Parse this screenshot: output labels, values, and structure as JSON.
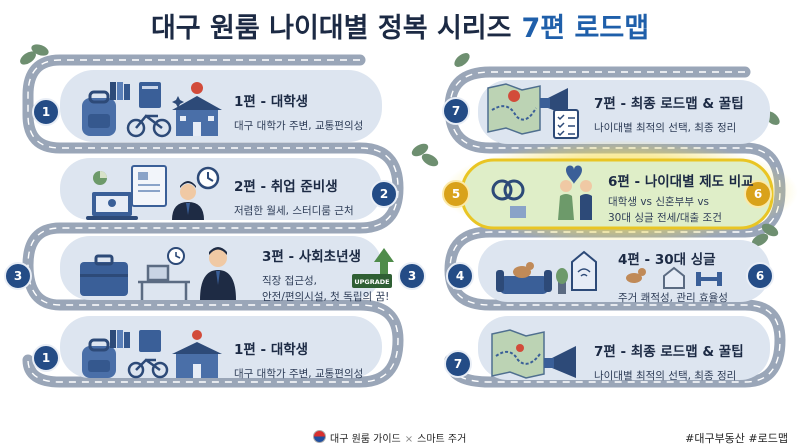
{
  "header": {
    "title": "대구 원룸 나이대별 정복 시리즈",
    "highlight": "7편 로드맵"
  },
  "left_cards": [
    {
      "num": "1",
      "title": "1편 - 대학생",
      "sub1": "대구 대학가 주변, 교통편의성",
      "sub2": ""
    },
    {
      "num": "2",
      "title": "2편 - 취업 준비생",
      "sub1": "저렴한 월세, 스터디룸 근처",
      "sub2": ""
    },
    {
      "num": "3",
      "title": "3편 - 사회초년생",
      "sub1": "직장 접근성,",
      "sub2": "안전/편의시설, 첫 독립의 꿈!"
    },
    {
      "num": "1",
      "title": "1편 - 대학생",
      "sub1": "대구 대학가 주변, 교통편의성",
      "sub2": ""
    }
  ],
  "right_cards": [
    {
      "num": "7",
      "title": "7편 - 최종 로드맵 & 꿀팁",
      "sub1": "나이대별 최적의 선택, 최종 정리",
      "sub2": ""
    },
    {
      "num": "6",
      "title": "6편 - 나이대별 제도 비교",
      "sub1": "대학생 vs 신혼부부 vs",
      "sub2": "30대 싱글 전세/대출 조건"
    },
    {
      "num": "6",
      "title": "4편 - 30대 싱글",
      "sub1": "주거 쾌적성, 관리 효율성",
      "sub2": ""
    },
    {
      "num": "7",
      "title": "7편 - 최종 로드맵 & 꿀팁",
      "sub1": "나이대별 최적의 선택, 최종 정리",
      "sub2": ""
    }
  ],
  "extra_badges": {
    "left_card2_num": "2",
    "left_card3_right_num": "3",
    "right_card2_left_num": "5",
    "right_card3_left_num": "4"
  },
  "icons": {
    "upgrade_sign": "UPGRADE"
  },
  "footer": {
    "left": "대구 원룸 가이드",
    "sep": "×",
    "left2": "스마트 주거",
    "right": "#대구부동산 #로드맵"
  },
  "colors": {
    "navy": "#1c2a44",
    "accent": "#1f5faa",
    "card_bg": "#dde5f0",
    "track": "#9aa6b8",
    "highlight_glow": "#f3d23a",
    "highlight_card": "#dfeec8"
  }
}
